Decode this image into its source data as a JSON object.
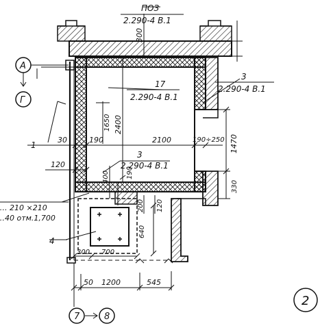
{
  "drawing": {
    "sheet_marker": "2",
    "top_callout": {
      "label": "ПОЗ",
      "reference": "2.290-4 В.1"
    },
    "right_callout": {
      "label": "3",
      "reference": "2.290-4 В.1"
    },
    "inner_callout_upper": {
      "label": "17",
      "reference": "2.290-4 В.1"
    },
    "inner_callout_lower": {
      "label": "3",
      "reference": "2.290-4 В.1"
    },
    "axis_labels": {
      "a": "А",
      "g": "Г",
      "seven": "7",
      "eight": "8"
    },
    "left_note": {
      "line1": "…. 210 ×210",
      "line2": "…40 отм.1,700"
    },
    "pos_labels": {
      "one": "1",
      "four": "4"
    },
    "dimensions": {
      "d300_top": "300",
      "d2400": "2400",
      "d1650": "1650",
      "d30": "30",
      "d190_left": "190",
      "d2100": "2100",
      "d190_250": "190÷250",
      "d1470": "1470",
      "d120_left": "120",
      "d400": "400",
      "d190_mid": "190",
      "d200": "200",
      "d120_mid": "120",
      "d640": "640",
      "d330": "330",
      "d300_bottom": "300",
      "d700": "700",
      "d50": "50",
      "d1200": "1200",
      "d545": "545"
    }
  }
}
